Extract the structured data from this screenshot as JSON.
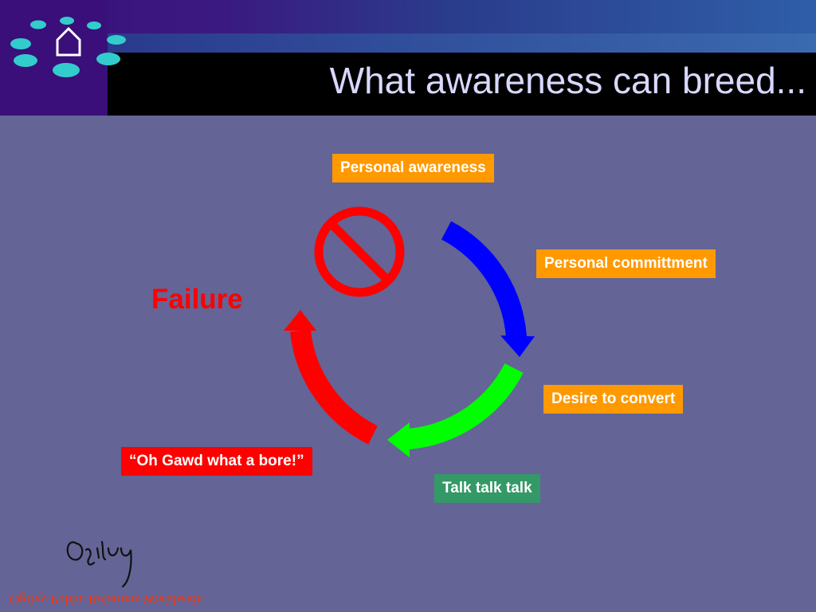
{
  "title": "What awareness can breed...",
  "home_icon": "home-icon",
  "nodes": {
    "personal_awareness": "Personal awareness",
    "personal_commitment": "Personal committment",
    "desire_to_convert": "Desire to convert",
    "talk": "Talk talk talk",
    "bore": "“Oh Gawd what a bore!”",
    "failure": "Failure"
  },
  "arrow_colors": {
    "blue": "#0000ff",
    "green": "#00ff00",
    "red": "#ff0000"
  },
  "box_colors": {
    "orange": "#ff9900",
    "red": "#ff0000",
    "green": "#339966"
  },
  "background": "#646496",
  "footer": {
    "signature": "Ogilvy",
    "text": "Ogilvy Public Relations Worldwide"
  }
}
